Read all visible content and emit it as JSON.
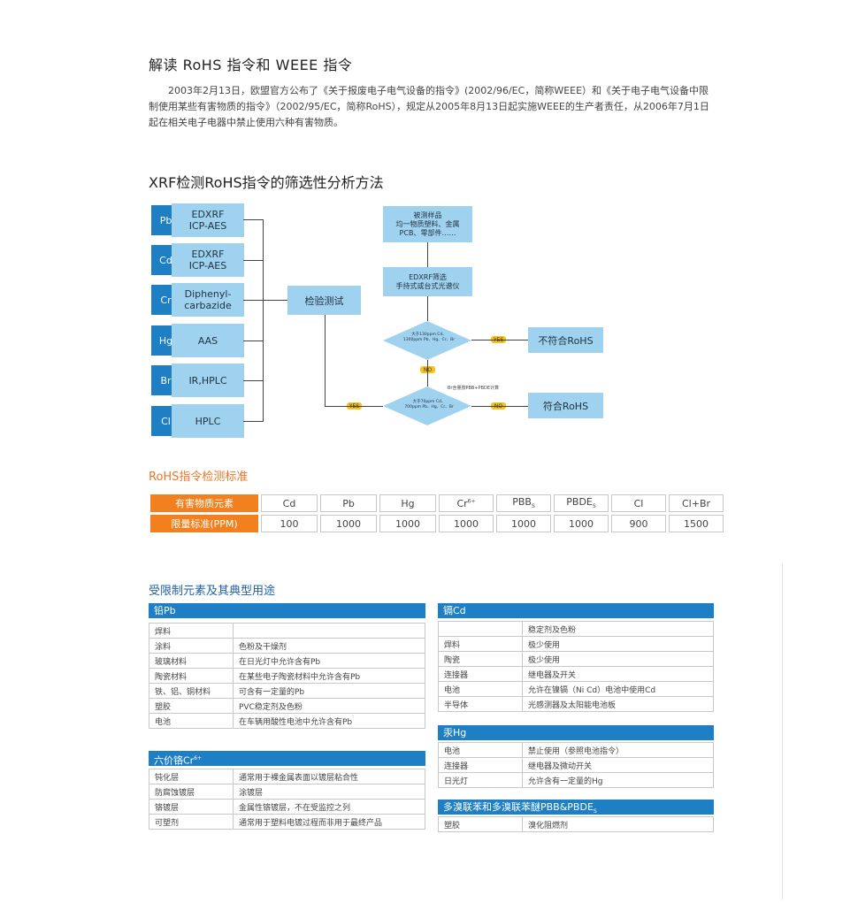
{
  "title": "解读 RoHS 指令和 WEEE 指令",
  "intro": "2003年2月13日，欧盟官方公布了《关于报废电子电气设备的指令》(2002/96/EC，简称WEEE）和《关于电子电气设备中限制使用某些有害物质的指令》（2002/95/EC，简称RoHS），规定从2005年8月13日起实施WEEE的生产者责任，从2006年7月1日起在相关电子电器中禁止使用六种有害物质。",
  "xrf_title": "XRF检测RoHS指令的筛选性分析方法",
  "flow": {
    "elements": [
      "Pb",
      "Cd",
      "Cr",
      "Hg",
      "Br",
      "Cl"
    ],
    "methods": [
      "EDXRF\nICP-AES",
      "EDXRF\nICP-AES",
      "Diphenyl-\ncarbazide",
      "AAS",
      "IR,HPLC",
      "HPLC"
    ],
    "test": "检验测试",
    "sample": "被测样品\n均一物质塑料、金属\nPCB、零部件……",
    "screen": "EDXRF筛选\n手持式或台式光谱仪",
    "d1": "大于130ppm Cd、\n1300ppm Pb、Hg、Cr、Br",
    "d2": "大于70ppm Cd、\n700ppm Pb、Hg、Cr、Br",
    "br_note": "Br含量按PBB+PBDE计算",
    "not_comply": "不符合RoHS",
    "comply": "符合RoHS",
    "yes": "YES",
    "no": "NO"
  },
  "std_title": "RoHS指令检测标准",
  "std": {
    "h1": "有害物质元素",
    "h2": "限量标准(PPM)",
    "elements": [
      "Cd",
      "Pb",
      "Hg",
      "Cr",
      "PBB",
      "PBDE",
      "Cl",
      "Cl+Br"
    ],
    "limits": [
      "100",
      "1000",
      "1000",
      "1000",
      "1000",
      "1000",
      "900",
      "1500"
    ]
  },
  "uses_title": "受限制元素及其典型用途",
  "pb": {
    "header": "铅Pb",
    "rows": [
      [
        "焊料",
        ""
      ],
      [
        "涂料",
        "色粉及干燥剂"
      ],
      [
        "玻璃材料",
        "在日光灯中允许含有Pb"
      ],
      [
        "陶瓷材料",
        "在某些电子陶瓷材料中允许含有Pb"
      ],
      [
        "铁、铝、铜材料",
        "可含有一定量的Pb"
      ],
      [
        "塑胶",
        "PVC稳定剂及色粉"
      ],
      [
        "电池",
        "在车辆用酸性电池中允许含有Pb"
      ]
    ]
  },
  "cr": {
    "header": "六价铬Cr",
    "rows": [
      [
        "钝化层",
        "通常用于裸金属表面以镀层粘合性"
      ],
      [
        "防腐蚀镀层",
        "涂镀层"
      ],
      [
        "铬镀层",
        "金属性铬镀层，不在受监控之列"
      ],
      [
        "可塑剂",
        "通常用于塑料电镀过程而非用于最终产品"
      ]
    ]
  },
  "cd": {
    "header": "镉Cd",
    "rows": [
      [
        "",
        "稳定剂及色粉"
      ],
      [
        "焊料",
        "极少使用"
      ],
      [
        "陶瓷",
        "极少使用"
      ],
      [
        "连接器",
        "继电器及开关"
      ],
      [
        "电池",
        "允许在镍镉（Ni Cd）电池中使用Cd"
      ],
      [
        "半导体",
        "光感测器及太阳能电池板"
      ]
    ]
  },
  "hg": {
    "header": "汞Hg",
    "rows": [
      [
        "电池",
        "禁止使用（参照电池指令）"
      ],
      [
        "连接器",
        "继电器及微动开关"
      ],
      [
        "日光灯",
        "允许含有一定量的Hg"
      ]
    ]
  },
  "pbb": {
    "header": "多溴联苯和多溴联苯醚PBB&PBDE",
    "rows": [
      [
        "塑胶",
        "溴化阻燃剂"
      ]
    ]
  },
  "colors": {
    "blue": "#1f7fc5",
    "light_blue": "#9fd2ee",
    "orange": "#f3801e",
    "yellow": "#f6c21b"
  }
}
